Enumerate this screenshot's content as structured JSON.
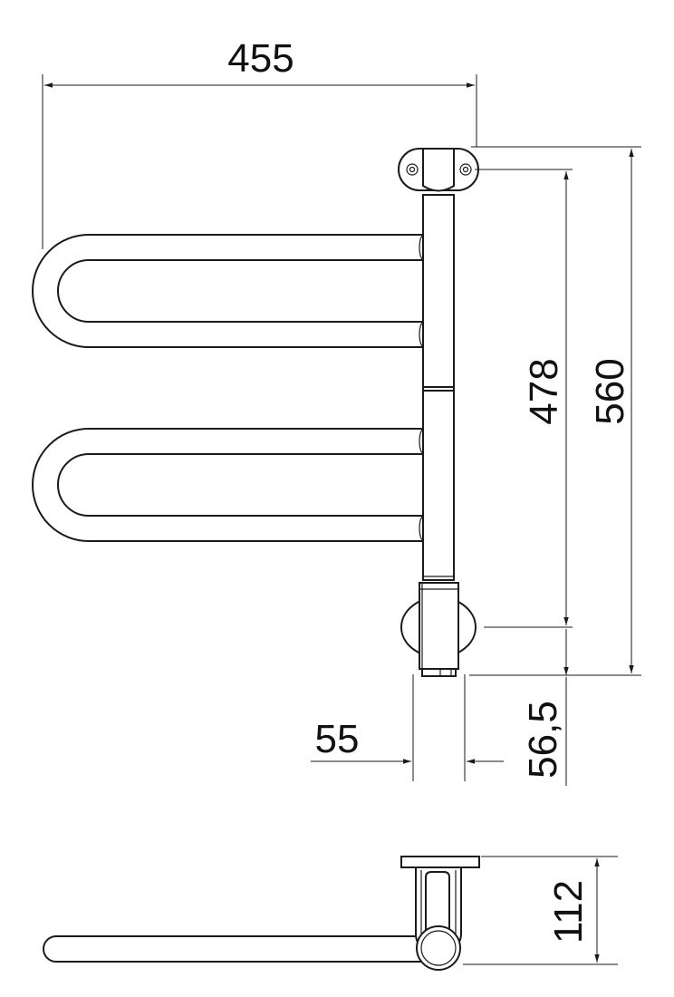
{
  "dimensions": {
    "total_width": "455",
    "total_height": "560",
    "mount_spacing": "478",
    "bottom_offset": "56,5",
    "tube_diameter": "55",
    "depth": "112"
  },
  "colors": {
    "line": "#1a1a1a",
    "background": "#ffffff"
  }
}
